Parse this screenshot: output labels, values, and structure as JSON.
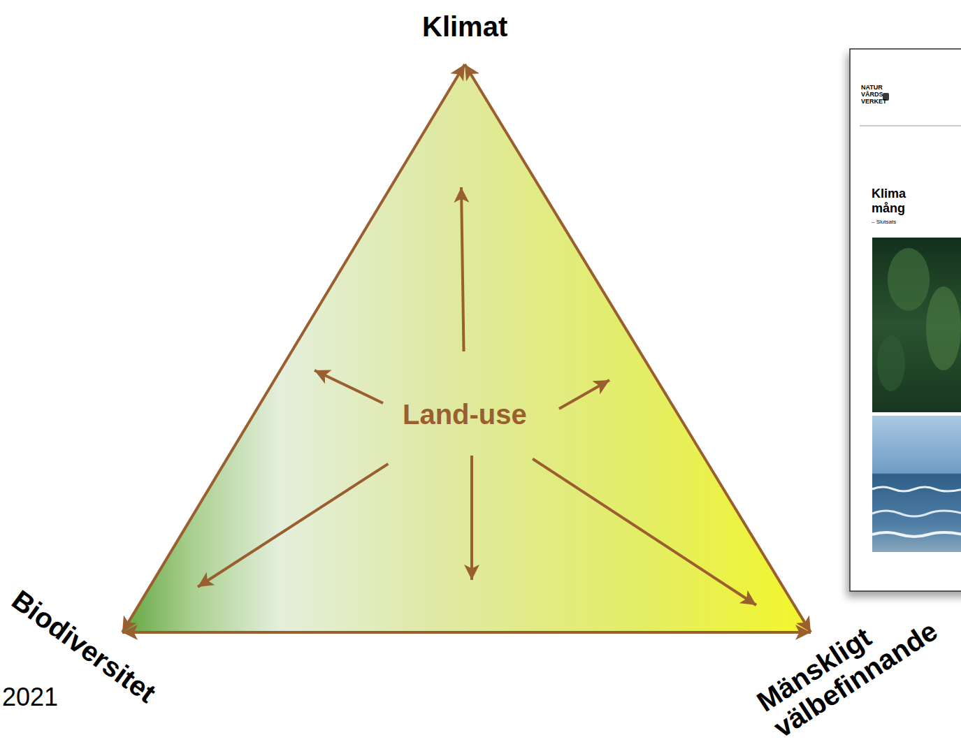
{
  "diagram": {
    "nodes": [
      {
        "text": [
          "Klimat"
        ]
      },
      {
        "text": [
          "Land-use"
        ]
      },
      {
        "text": [
          "Biodiversitet"
        ]
      },
      {
        "text": [
          "Mänskligt välbefinnande"
        ]
      }
    ],
    "edges": [
      {
        "from": 0,
        "to": 2,
        "arrow": "both"
      },
      {
        "from": 0,
        "to": 3,
        "arrow": "both"
      },
      {
        "from": 2,
        "to": 3,
        "arrow": "both"
      },
      {
        "from": 1,
        "to": 0,
        "arrow": "to"
      },
      {
        "from": 1,
        "to": 2,
        "arrow": "to"
      },
      {
        "from": 1,
        "to": 3,
        "arrow": "to"
      }
    ],
    "labels": [
      "NATUR",
      "VÅRDS",
      "VERKET",
      "Klima",
      "mång",
      "– Slutsats",
      "2021"
    ]
  }
}
